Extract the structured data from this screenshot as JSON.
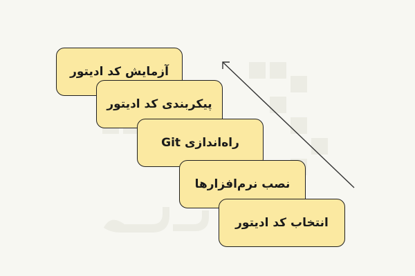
{
  "steps": [
    {
      "label": "آزمایش کد ادیتور"
    },
    {
      "label": "پیکربندی کد ادیتور"
    },
    {
      "label": "راه‌اندازی Git"
    },
    {
      "label": "نصب نرم‌افزارها"
    },
    {
      "label": "انتخاب کد ادیتور"
    }
  ],
  "colors": {
    "box_fill": "#fbe9a1",
    "box_border": "#1f1f1f",
    "background": "#f7f7f2"
  }
}
